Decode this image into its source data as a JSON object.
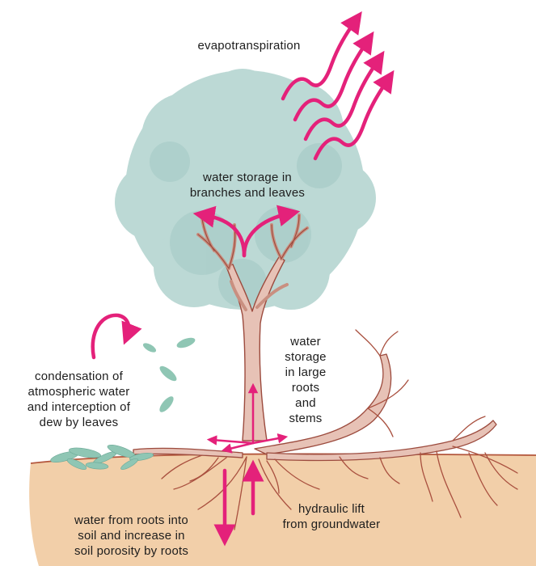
{
  "colors": {
    "arrow": "#e4217a",
    "canopy": "#bcd9d5",
    "trunk": "#e7c2b6",
    "trunk_outline": "#9c4b3e",
    "soil": "#f2cfa9",
    "leaves": "#8fc6b4"
  },
  "labels": {
    "evapotranspiration": "evapotranspiration",
    "canopy_storage": [
      "water storage in",
      "branches and leaves"
    ],
    "root_storage": [
      "water",
      "storage",
      "in large",
      "roots",
      "and",
      "stems"
    ],
    "condensation": [
      "condensation of",
      "atmospheric water",
      "and interception of",
      "dew by leaves"
    ],
    "hydraulic_lift": [
      "hydraulic lift",
      "from groundwater"
    ],
    "soil_water": [
      "water from roots into",
      "soil and increase in",
      "soil porosity by roots"
    ]
  }
}
